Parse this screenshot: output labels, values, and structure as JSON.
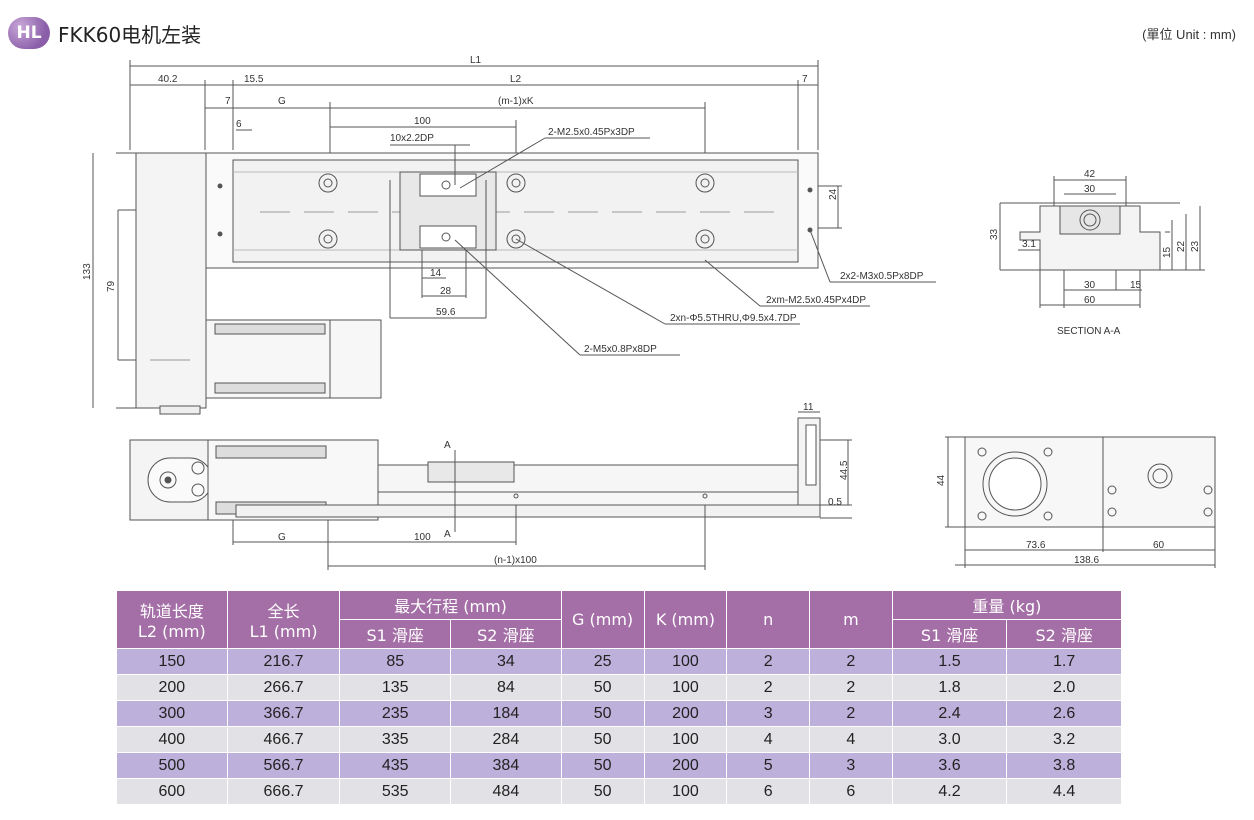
{
  "header": {
    "logo": "HL",
    "title": "FKK60电机左装",
    "unit": "(單位 Unit : mm)"
  },
  "drawing": {
    "top_dims": [
      "L1",
      "40.2",
      "15.5",
      "L2",
      "7",
      "7",
      "G",
      "(m-1)xK",
      "6",
      "100",
      "10x2.2DP",
      "2-M2.5x0.45Px3DP",
      "24",
      "133",
      "79",
      "14",
      "28",
      "59.6"
    ],
    "callouts": [
      "2x2-M3x0.5Px8DP",
      "2xm-M2.5x0.45Px4DP",
      "2xn-Φ5.5THRU,Φ9.5x4.7DP",
      "2-M5x0.8Px8DP"
    ],
    "section_dims": [
      "42",
      "30",
      "33",
      "3.1",
      "15",
      "22",
      "23",
      "30",
      "15",
      "60"
    ],
    "section_label": "SECTION A-A",
    "side_dims": [
      "11",
      "44.5",
      "0.5",
      "A",
      "A",
      "G",
      "100",
      "(n-1)x100"
    ],
    "end_dims": [
      "44",
      "73.6",
      "60",
      "138.6"
    ]
  },
  "table": {
    "headers": {
      "l2": [
        "轨道长度",
        "L2 (mm)"
      ],
      "l1": [
        "全长",
        "L1 (mm)"
      ],
      "stroke": "最大行程 (mm)",
      "s1": "S1 滑座",
      "s2": "S2 滑座",
      "g": "G (mm)",
      "k": "K (mm)",
      "n": "n",
      "m": "m",
      "weight": "重量 (kg)",
      "w1": "S1 滑座",
      "w2": "S2 滑座"
    },
    "rows": [
      [
        "150",
        "216.7",
        "85",
        "34",
        "25",
        "100",
        "2",
        "2",
        "1.5",
        "1.7"
      ],
      [
        "200",
        "266.7",
        "135",
        "84",
        "50",
        "100",
        "2",
        "2",
        "1.8",
        "2.0"
      ],
      [
        "300",
        "366.7",
        "235",
        "184",
        "50",
        "200",
        "3",
        "2",
        "2.4",
        "2.6"
      ],
      [
        "400",
        "466.7",
        "335",
        "284",
        "50",
        "100",
        "4",
        "4",
        "3.0",
        "3.2"
      ],
      [
        "500",
        "566.7",
        "435",
        "384",
        "50",
        "200",
        "5",
        "3",
        "3.6",
        "3.8"
      ],
      [
        "600",
        "666.7",
        "535",
        "484",
        "50",
        "100",
        "6",
        "6",
        "4.2",
        "4.4"
      ]
    ]
  }
}
